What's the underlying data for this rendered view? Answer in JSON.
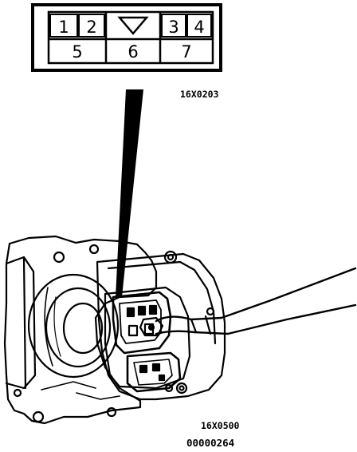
{
  "connector": {
    "top_pins": [
      "1",
      "2",
      "3",
      "4"
    ],
    "bottom_pins": [
      "5",
      "6",
      "7"
    ]
  },
  "labels": {
    "connector_ref": "16X0203",
    "component_ref": "16X0500",
    "figure_number": "00000264"
  }
}
